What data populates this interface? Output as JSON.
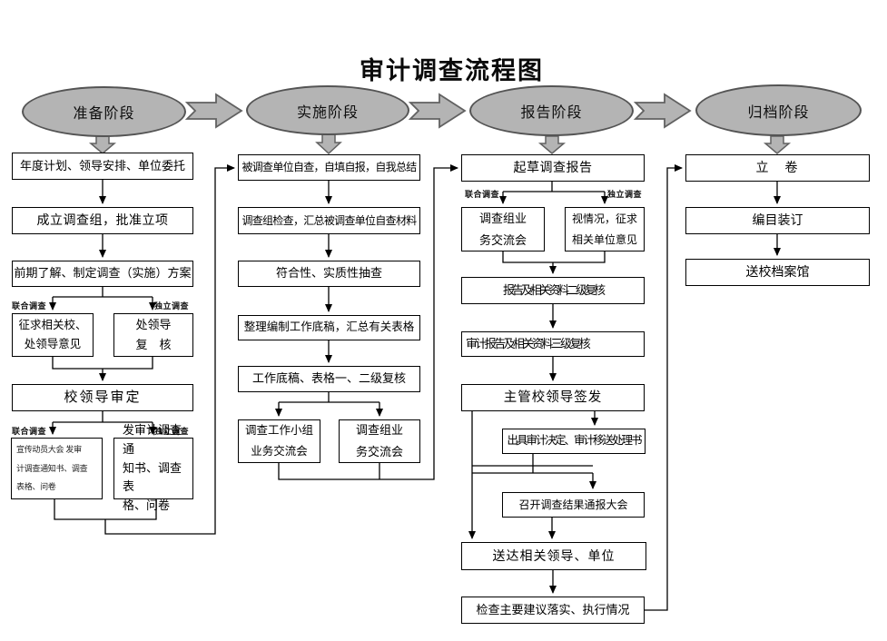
{
  "title": "审计调查流程图",
  "phases": {
    "prepare": "准备阶段",
    "implement": "实施阶段",
    "report": "报告阶段",
    "archive": "归档阶段"
  },
  "branch_labels": {
    "joint": "联合调查",
    "independent": "独立调查"
  },
  "prepare": {
    "annual_plan": "年度计划、领导安排、单位委托",
    "establish_team": "成立调查组，批准立项",
    "make_plan": "前期了解、制定调查（实施）方案",
    "joint_seek_opinion": [
      "征求相关校、",
      "处领导意见"
    ],
    "independent_review": [
      "处领导",
      "复　核"
    ],
    "leader_approve": "校领导审定",
    "joint_mobilize_notice": [
      "宣传动员大会 发审",
      "计调查通知书、调查",
      "表格、问卷"
    ],
    "independent_notice": [
      "发审计调查通",
      "知书、调查表",
      "格、问卷"
    ]
  },
  "implement": {
    "self_check": "被调查单位自查，自填自报，自我总结",
    "team_check": "调查组检查，汇总被调查单位自查材料",
    "sampling": "符合性、实质性抽查",
    "working_papers": "整理编制工作底稿，汇总有关表格",
    "two_level_review": "工作底稿、表格一、二级复核",
    "workgroup_meeting": [
      "调查工作小组",
      "业务交流会"
    ],
    "team_meeting": [
      "调查组业",
      "务交流会"
    ]
  },
  "report": {
    "draft_report": "起草调查报告",
    "joint_meeting": [
      "调查组业",
      "务交流会"
    ],
    "independent_opinion": [
      "视情况，征求",
      "相关单位意见"
    ],
    "second_review": "报告及相关资料二级复核",
    "third_review": "审计报告及相关资料三级复核",
    "leader_sign": "主管校领导签发",
    "issue_decision": "出具审计决定、审计移送处理书",
    "briefing_meeting": "召开调查结果通报大会",
    "deliver": "送达相关领导、单位",
    "check_implementation": "检查主要建议落实、执行情况"
  },
  "archive": {
    "filing": "立　卷",
    "binding": "编目装订",
    "send_archives": "送校档案馆"
  },
  "colors": {
    "shape_fill": "#b4b4b4",
    "shape_border": "#545454",
    "box_border": "#000000",
    "background": "#ffffff"
  }
}
